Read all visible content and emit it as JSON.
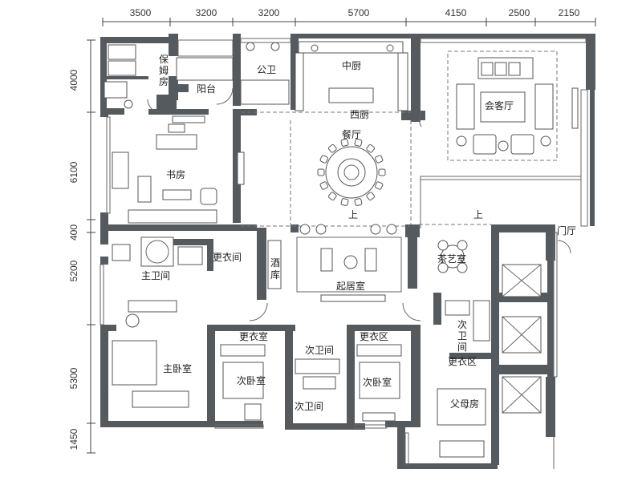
{
  "dimensions": {
    "top": [
      "3500",
      "3200",
      "3200",
      "5700",
      "4150",
      "2500",
      "2150"
    ],
    "left": [
      "4000",
      "6100",
      "400",
      "5200",
      "5300",
      "1450"
    ]
  },
  "rooms": {
    "maid_room": "保姆房",
    "balcony": "阳台",
    "public_bath": "公卫",
    "chinese_kitchen": "中厨",
    "western_kitchen": "西厨",
    "living_room": "会客厅",
    "dining_room": "餐厅",
    "study": "书房",
    "up_left": "上",
    "up_right": "上",
    "foyer": "门厅",
    "master_bath": "主卫间",
    "dressing": "更衣间",
    "wine_cellar_top": "酒",
    "wine_cellar_bottom": "库",
    "family_room": "起居室",
    "tea_room": "茶艺室",
    "master_bedroom": "主卧室",
    "closet_left": "更衣室",
    "secondary_bath_top": "次卫间",
    "closet_right": "更衣区",
    "secondary_bedroom_left": "次卧室",
    "secondary_bedroom_right": "次卧室",
    "secondary_bath_bottom": "次卫间",
    "bath_vertical_1": "次",
    "bath_vertical_2": "卫",
    "bath_vertical_3": "间",
    "closet_area": "更衣区",
    "parents_room": "父母房"
  }
}
